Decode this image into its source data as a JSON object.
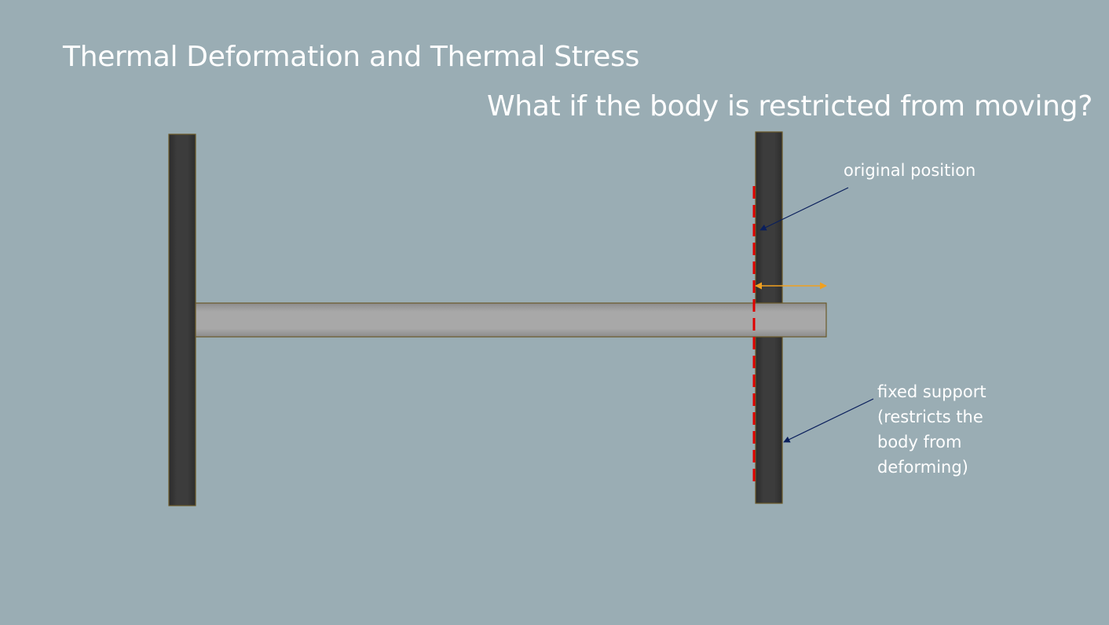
{
  "slide": {
    "title": "Thermal Deformation and Thermal Stress",
    "subtitle": "What if the body is restricted from moving?"
  },
  "labels": {
    "original_position": "original position",
    "fixed_support": "fixed support\n(restricts the\nbody from\ndeforming)"
  },
  "colors": {
    "background": "#9aadb4",
    "support": "#3a3a3a",
    "support_border": "#6b5a2a",
    "bar": "#a6a6a6",
    "dashed_line": "#e00000",
    "expansion_arrow": "#f0a020",
    "annotation_arrow": "#0a1f5c",
    "text": "#ffffff"
  },
  "icons": {
    "expansion_arrow": "double-headed-arrow",
    "annotation_arrow": "pointer-arrow"
  }
}
